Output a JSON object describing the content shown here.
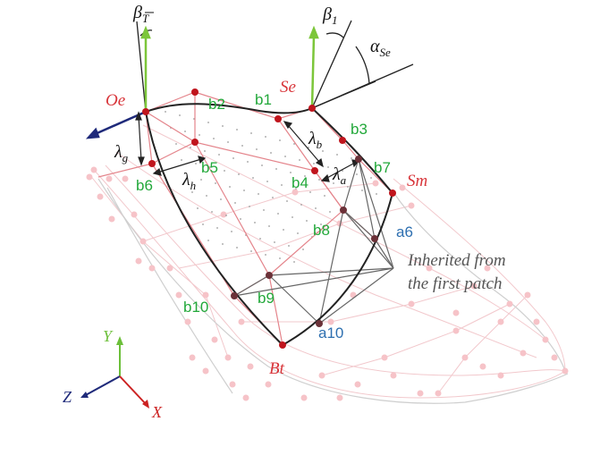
{
  "angles": {
    "beta_T": {
      "symbol": "β",
      "sub": "T"
    },
    "beta_1": {
      "symbol": "β",
      "sub": "1"
    },
    "alpha_Se": {
      "symbol": "α",
      "sub": "Se"
    }
  },
  "distances": {
    "lambda_g": {
      "symbol": "λ",
      "sub": "g"
    },
    "lambda_h": {
      "symbol": "λ",
      "sub": "h"
    },
    "lambda_b": {
      "symbol": "λ",
      "sub": "b"
    },
    "lambda_a": {
      "symbol": "λ",
      "sub": "a"
    }
  },
  "corner_labels": {
    "Oe": "Oe",
    "Se": "Se",
    "Sm": "Sm",
    "Bt": "Bt"
  },
  "b_points": {
    "b1": "b1",
    "b2": "b2",
    "b3": "b3",
    "b4": "b4",
    "b5": "b5",
    "b6": "b6",
    "b7": "b7",
    "b8": "b8",
    "b9": "b9",
    "b10": "b10"
  },
  "a_points": {
    "a6": "a6",
    "a10": "a10"
  },
  "annotation": {
    "line1": "Inherited from",
    "line2": "the first patch"
  },
  "axes": {
    "y": "Y",
    "z": "Z",
    "x": "X"
  },
  "colors": {
    "red_point": "#c0151d",
    "dark_point": "#6b3138",
    "pink_grid": "#f0b9bf",
    "red_line": "#e07179",
    "green": "#22a83a",
    "blue_label": "#2d6fb0",
    "navy": "#1f2a7a",
    "axis_x": "#cc2222"
  }
}
